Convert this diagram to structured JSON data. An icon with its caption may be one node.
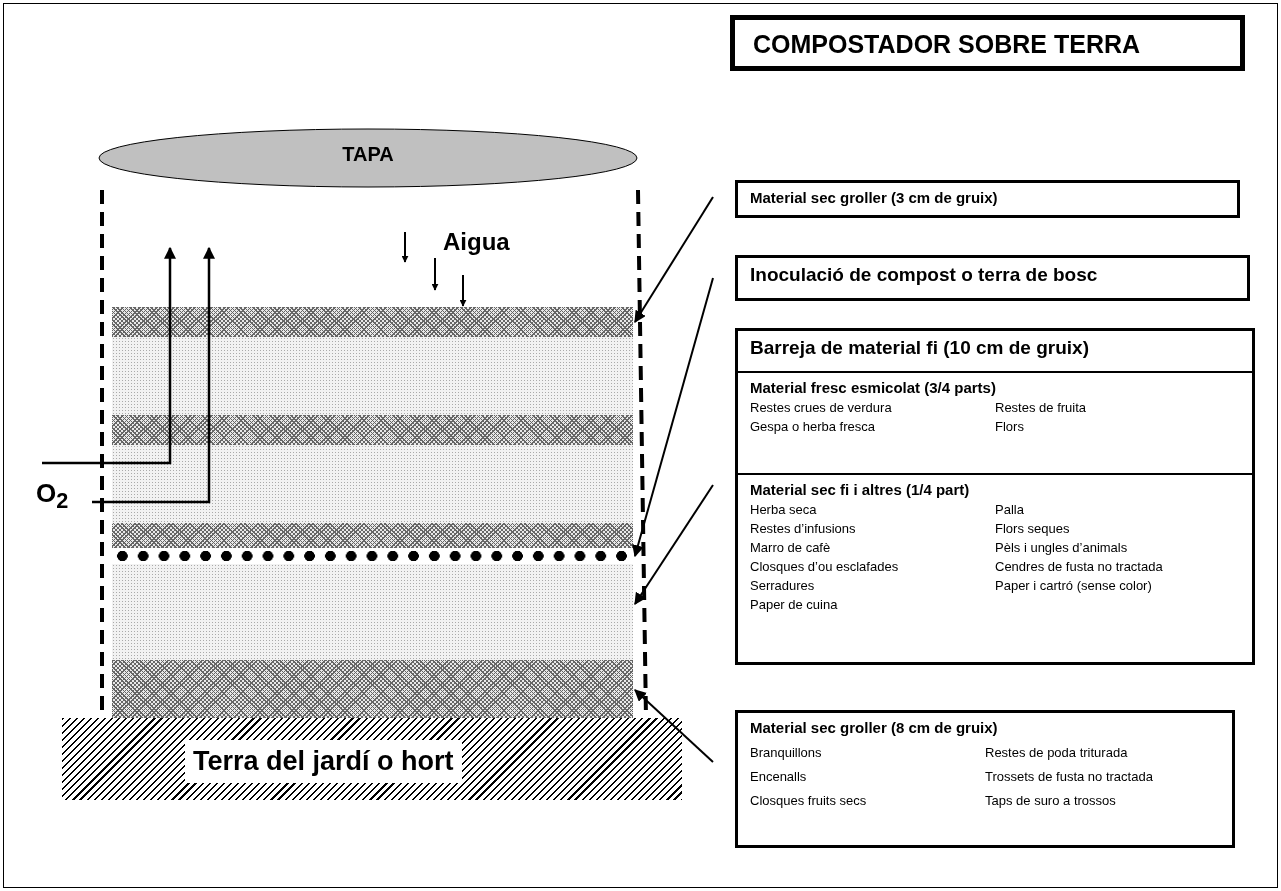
{
  "diagram": {
    "title": "COMPOSTADOR SOBRE TERRA",
    "nodes": [
      {
        "text": [
          "TAPA"
        ]
      },
      {
        "text": [],
        "shape": "bar"
      },
      {
        "text": [],
        "shape": "bar"
      },
      {
        "text": [],
        "shape": "bar"
      },
      {
        "text": [],
        "shape": "bar"
      },
      {
        "text": [],
        "shape": "bar"
      },
      {
        "text": [],
        "shape": "bar"
      },
      {
        "text": [],
        "shape": "bar"
      },
      {
        "text": [],
        "shape": "bar"
      },
      {
        "text": [
          "Terra del jardí o hort"
        ]
      },
      {
        "text": [
          "Material sec groller (3 cm de gruix)"
        ]
      },
      {
        "text": [
          "Inoculació de compost o terra de bosc"
        ]
      },
      {
        "text": [
          "Barreja de material fi (10 cm de gruix)"
        ]
      },
      {
        "text": [
          "Material fresc esmicolat (3/4 parts)",
          "Restes crues de verdura",
          "Restes de fruita",
          "Gespa o herba fresca",
          "Flors"
        ],
        "in": 12
      },
      {
        "text": [
          "Material sec fi i altres (1/4 part)",
          "Herba seca",
          "Palla",
          "Restes d’infusions",
          "Flors seques",
          "Marro de cafè",
          "Pèls i ungles d’animals",
          "Closques d’ou esclafades",
          "Cendres de fusta no tractada",
          "Serradures",
          "Paper i cartró (sense color)",
          "Paper de cuina"
        ],
        "in": 12
      },
      {
        "text": [
          "Material sec groller (8 cm de gruix)",
          "Branquillons",
          "Restes de poda triturada",
          "Encenalls",
          "Trossets de fusta no tractada",
          "Closques fruits secs",
          "Taps de suro a trossos"
        ]
      }
    ],
    "edges": [
      {
        "from": 10,
        "to": 1,
        "arrow": "to"
      },
      {
        "from": 11,
        "to": 6,
        "arrow": "to"
      },
      {
        "from": 12,
        "to": 7,
        "arrow": "to"
      },
      {
        "from": 15,
        "to": 8,
        "arrow": "to"
      }
    ],
    "labels": [
      "Aigua",
      "O$_{2}$"
    ]
  }
}
